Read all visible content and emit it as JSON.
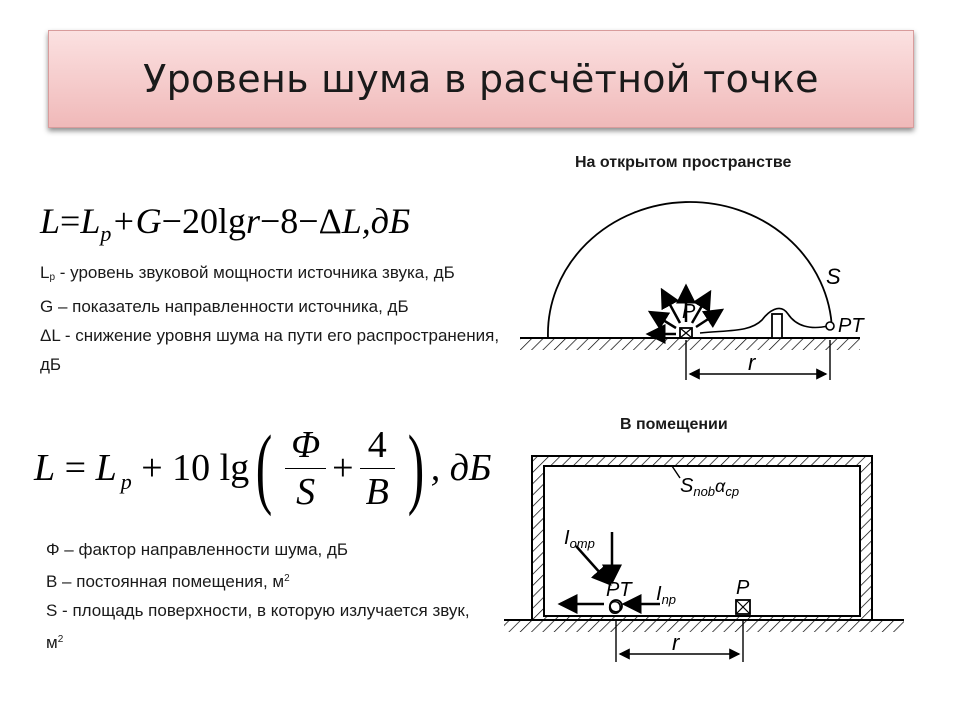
{
  "title": "Уровень шума в расчётной точке",
  "formula1": {
    "L": "L",
    "eq": "=",
    "L2": "L",
    "p": "p",
    "plusG": "+G",
    "minus_20": "−20lg",
    "r": "r",
    "minus_8": "−8−Δ",
    "dL": "L",
    "unit": ",дБ"
  },
  "desc1": {
    "line1_prefix": "L",
    "line1_sub": "p",
    "line1_rest": " - уровень звуковой мощности источника звука, дБ",
    "line2": " G – показатель направленности источника, дБ",
    "line3": "ΔL - снижение уровня шума на пути его распространения, дБ"
  },
  "formula2": {
    "L": "L",
    "eq": "=",
    "L2": "L",
    "p": "p",
    "plus10lg": "+ 10 lg",
    "num1": "Φ",
    "den1": "S",
    "plus": "+",
    "num2": "4",
    "den2": "B",
    "unit": ", дБ",
    "lparen": "(",
    "rparen": ")"
  },
  "desc2": {
    "line1": "Φ – фактор направленности шума, дБ",
    "line2_prefix": "B – постоянная помещения, м",
    "line2_sup": "2",
    "line3": "S  - площадь поверхности, в которую излучается звук, м",
    "line3_sup": "2"
  },
  "diagram_open": {
    "caption": "На открытом пространстве",
    "label_S": "S",
    "label_P": "P",
    "label_PT": "PT",
    "label_r": "r"
  },
  "diagram_room": {
    "caption": "В помещении",
    "label_Snob": "S",
    "label_Snob_sub": "nob",
    "label_alpha": "α",
    "label_alpha_sub": "cp",
    "label_Iotr": "I",
    "label_Iotr_sub": "omp",
    "label_Ipr": "I",
    "label_Ipr_sub": "np",
    "label_PT": "PT",
    "label_O": "O",
    "label_P": "P",
    "label_r": "r"
  }
}
